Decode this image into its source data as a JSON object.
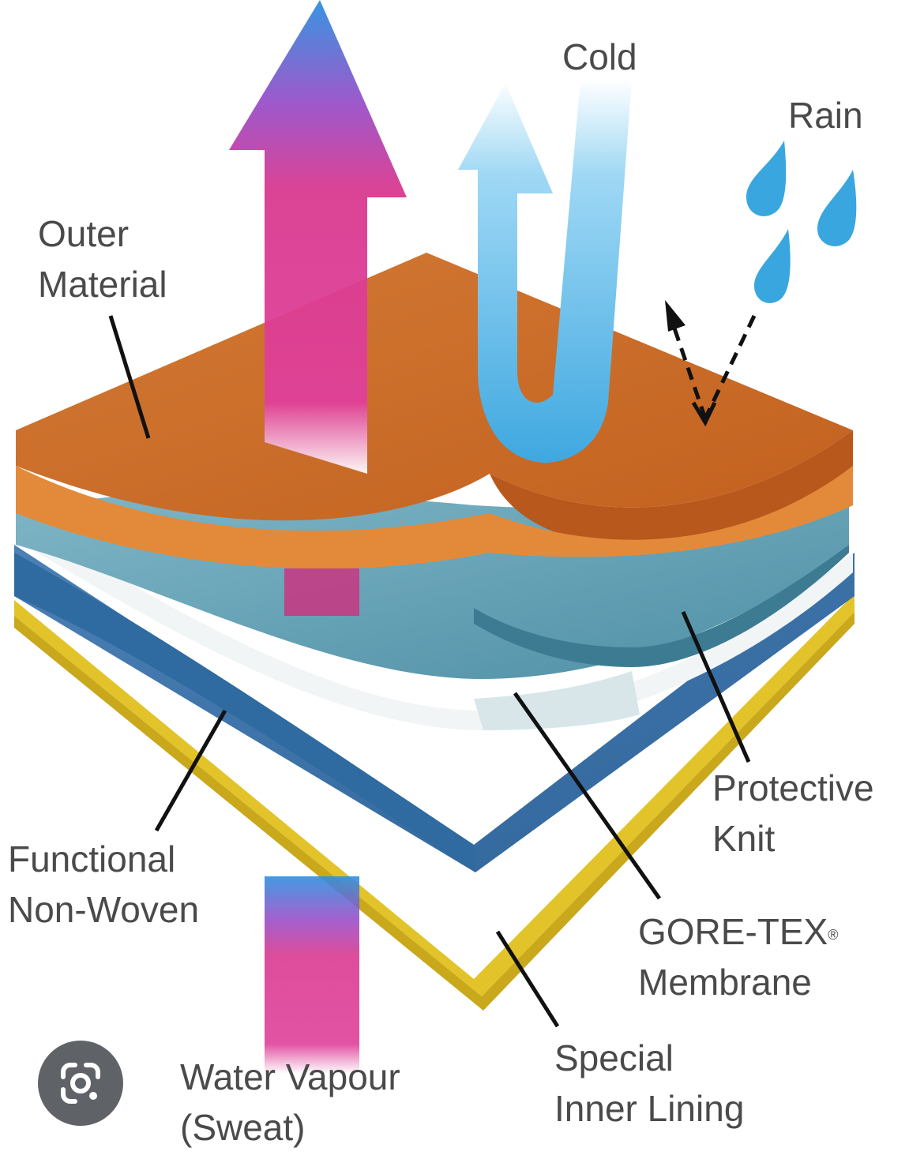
{
  "labels": {
    "cold": "Cold",
    "rain": "Rain",
    "outer_material": [
      "Outer",
      "Material"
    ],
    "protective_knit": [
      "Protective",
      "Knit"
    ],
    "functional_non_woven": [
      "Functional",
      "Non-Woven"
    ],
    "goretex_membrane": [
      "GORE-TEX",
      "Membrane"
    ],
    "goretex_mark": "®",
    "special_inner_lining": [
      "Special",
      "Inner Lining"
    ],
    "water_vapour": [
      "Water Vapour",
      "(Sweat)"
    ]
  },
  "layers": [
    {
      "name": "outer-material-layer",
      "color": "#d9782e"
    },
    {
      "name": "protective-knit-layer",
      "color": "#5f9fb2"
    },
    {
      "name": "membrane-layer",
      "color": "#f2f5f6"
    },
    {
      "name": "non-woven-layer",
      "color": "#3f77a8"
    },
    {
      "name": "inner-lining-layer",
      "color": "#e2c42a"
    }
  ],
  "colors": {
    "vapour_arrow": "#d9398f",
    "cold_arrow": "#3fa8e0",
    "rain_drop": "#3aa6df",
    "leader_lines": "#111111"
  },
  "icons": {
    "lens": "camera-search-icon"
  }
}
